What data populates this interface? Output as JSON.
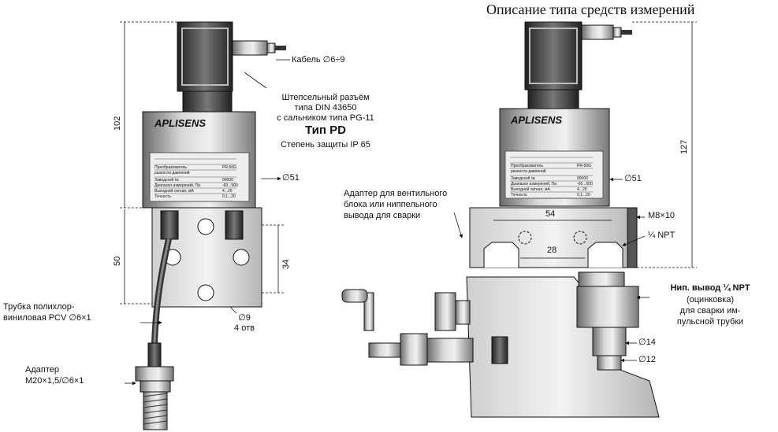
{
  "header": {
    "title": "Описание типа средств измерений"
  },
  "left": {
    "cable": "Кабель ∅6÷9",
    "connector": [
      "Штепсельный разъём",
      "типа DIN 43650",
      "с сальником типа PG-11"
    ],
    "type": "Тип PD",
    "protection": "Степень защиты IP 65",
    "brand": "APLISENS",
    "dim_102": "102",
    "dim_50": "50",
    "dim_34": "34",
    "dia_51": "∅51",
    "holes": [
      "∅9",
      "4 отв"
    ],
    "tube": [
      "Трубка полихлор-",
      "виниловая PCV ∅6×1"
    ],
    "adapter": [
      "Адаптер",
      "M20×1,5/∅6×1"
    ]
  },
  "right": {
    "brand": "APLISENS",
    "dim_127": "127",
    "dia_51": "∅51",
    "adapter": [
      "Адаптер для вентильного",
      "блока или ниппельного",
      "вывода для сварки"
    ],
    "dim_54": "54",
    "dim_28": "28",
    "m8": "M8×10",
    "npt": "¼ NPT",
    "nipple": [
      "Нип. вывод ¼ NPT",
      "(оцинковка)",
      "для сварки им-",
      "пульсной трубки"
    ],
    "dia_14": "∅14",
    "dia_12": "∅12"
  },
  "plate": {
    "lines": [
      "Преобразователь",
      "разности давлений",
      "Заводской №",
      "Диапазон измерений, Па",
      "Выходной сигнал, мА",
      "Точность"
    ],
    "values": [
      "PR-50G",
      "00000",
      "-60...500",
      "4...20",
      "0,1...20"
    ]
  }
}
